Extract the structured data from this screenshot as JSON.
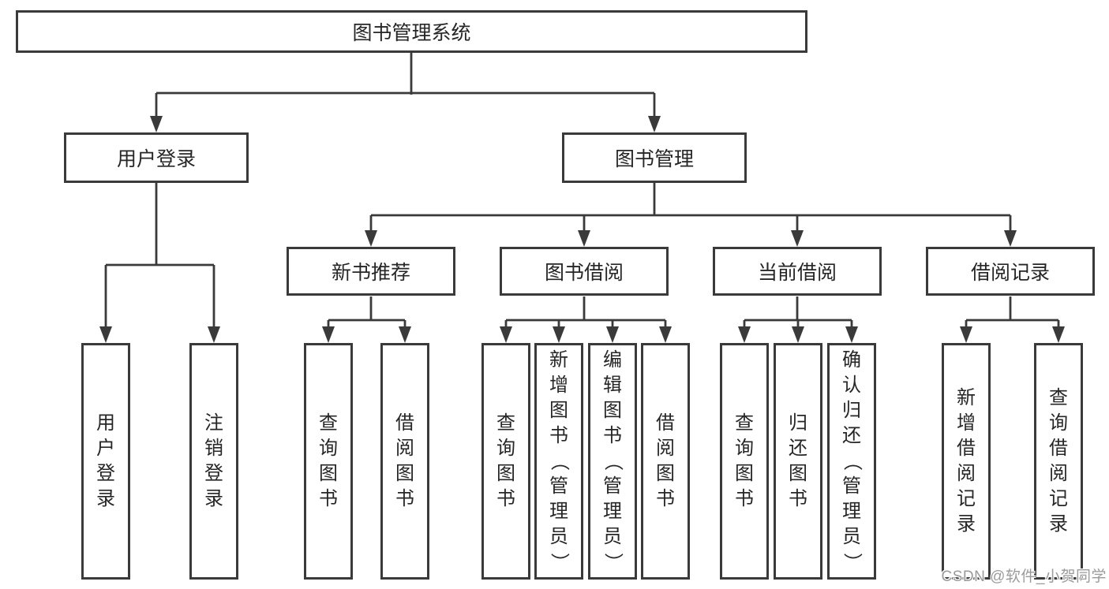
{
  "tree": {
    "root": "图书管理系统",
    "branches": [
      {
        "label": "用户登录",
        "children": [
          "用户登录",
          "注销登录"
        ]
      },
      {
        "label": "图书管理",
        "groups": [
          {
            "label": "新书推荐",
            "children": [
              "查询图书",
              "借阅图书"
            ]
          },
          {
            "label": "图书借阅",
            "children": [
              "查询图书",
              "新增图书（管理员）",
              "编辑图书（管理员）",
              "借阅图书"
            ]
          },
          {
            "label": "当前借阅",
            "children": [
              "查询图书",
              "归还图书",
              "确认归还（管理员）"
            ]
          },
          {
            "label": "借阅记录",
            "children": [
              "新增借阅记录",
              "查询借阅记录"
            ]
          }
        ]
      }
    ]
  },
  "watermark": {
    "text": "CSDN @软件_小贺同学"
  },
  "colors": {
    "line": "#3a3a3a",
    "text": "#262626",
    "watermark": "#9b9b9b",
    "background": "#ffffff"
  }
}
